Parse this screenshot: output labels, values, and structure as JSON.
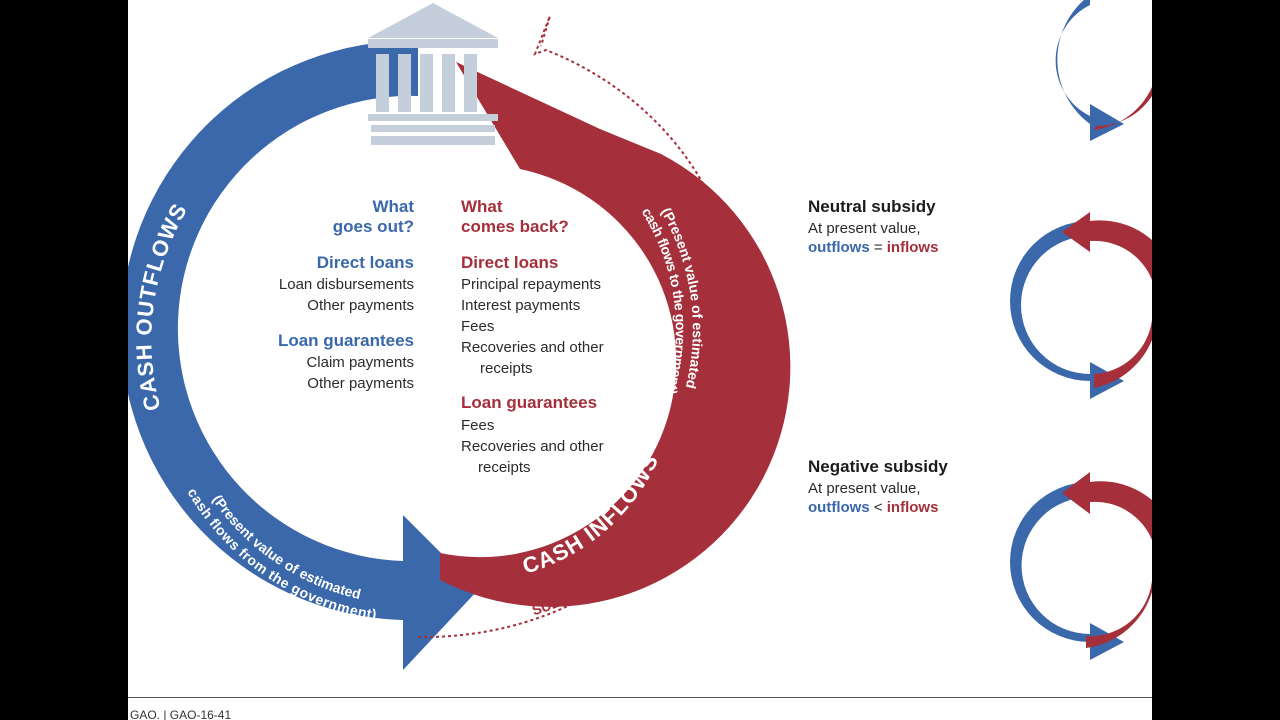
{
  "main": {
    "outflows_label": "CASH OUTFLOWS",
    "outflows_note_1": "(Present value of estimated",
    "outflows_note_2": "cash flows from the government)",
    "inflows_label": "CASH INFLOWS",
    "inflows_note_1": "(Present value of estimated",
    "inflows_note_2": "cash flows to the government)",
    "subsidy_note": "SUBSIDY COSTS ARE NOT RECOVERED",
    "left": {
      "q1": "What",
      "q2": "goes out?",
      "direct_heading": "Direct loans",
      "direct_items": [
        "Loan disbursements",
        "Other payments"
      ],
      "guar_heading": "Loan guarantees",
      "guar_items": [
        "Claim payments",
        "Other payments"
      ]
    },
    "right": {
      "q1": "What",
      "q2": "comes back?",
      "direct_heading": "Direct loans",
      "direct_items": [
        "Principal repayments",
        "Interest payments",
        "Fees",
        "Recoveries and other",
        "receipts"
      ],
      "guar_heading": "Loan guarantees",
      "guar_items": [
        "Fees",
        "Recoveries and other",
        "receipts"
      ]
    }
  },
  "panels": [
    {
      "title": "Neutral subsidy",
      "line1": "At present value,",
      "outflows": "outflows",
      "op": " = ",
      "inflows": "inflows"
    },
    {
      "title": "Negative subsidy",
      "line1": "At present value,",
      "outflows": "outflows",
      "op": " < ",
      "inflows": "inflows"
    }
  ],
  "footer": "GAO. | GAO-16-41",
  "colors": {
    "blue": "#3a68aa",
    "red": "#a5303b",
    "building": "#c5cfdc"
  }
}
